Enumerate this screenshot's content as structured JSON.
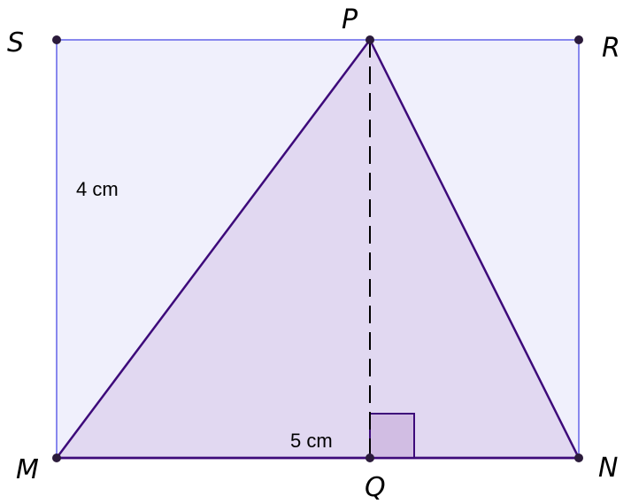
{
  "figure": {
    "vertices": {
      "S": "S",
      "P": "P",
      "R": "R",
      "M": "M",
      "Q": "Q",
      "N": "N"
    },
    "measurements": {
      "side_length": "4 cm",
      "base_segment": "5 cm"
    },
    "colors": {
      "rectangle_fill": "#f0f0fc",
      "rectangle_stroke": "#8888ee",
      "triangle_fill": "#e1d8f1",
      "triangle_stroke": "#3d0a7a",
      "right_angle_fill": "#d1bde3",
      "altitude_stroke": "#000000",
      "point_fill": "#2b1b3b"
    }
  }
}
